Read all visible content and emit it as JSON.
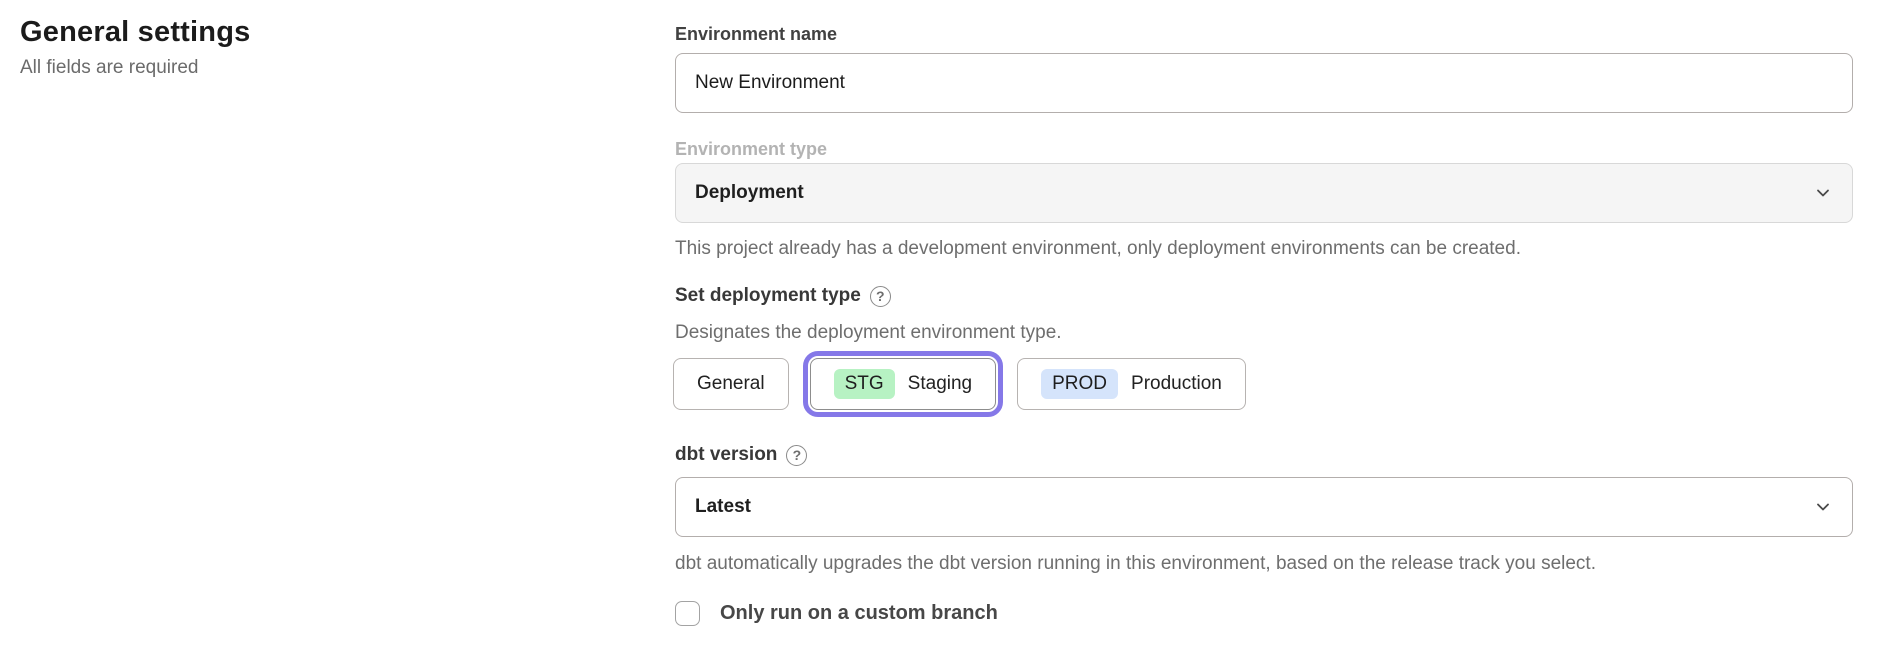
{
  "page": {
    "title": "General settings",
    "subtitle": "All fields are required"
  },
  "icons": {
    "help": "?"
  },
  "form": {
    "environment_name": {
      "label": "Environment name",
      "value": "New Environment"
    },
    "environment_type": {
      "label": "Environment type",
      "value": "Deployment",
      "helper": "This project already has a development environment, only deployment environments can be created."
    },
    "deployment_type": {
      "label": "Set deployment type",
      "description": "Designates the deployment environment type.",
      "options": [
        {
          "label": "General",
          "badge": "",
          "selected": false
        },
        {
          "label": "Staging",
          "badge": "STG",
          "selected": true
        },
        {
          "label": "Production",
          "badge": "PROD",
          "selected": false
        }
      ]
    },
    "dbt_version": {
      "label": "dbt version",
      "value": "Latest",
      "helper": "dbt automatically upgrades the dbt version running in this environment, based on the release track you select."
    },
    "custom_branch": {
      "label": "Only run on a custom branch",
      "checked": false
    }
  },
  "colors": {
    "accent_purple": "#8578e8",
    "badge_green": "#b7f2c3",
    "badge_blue": "#d5e4fb",
    "disabled_bg": "#f5f5f5"
  }
}
